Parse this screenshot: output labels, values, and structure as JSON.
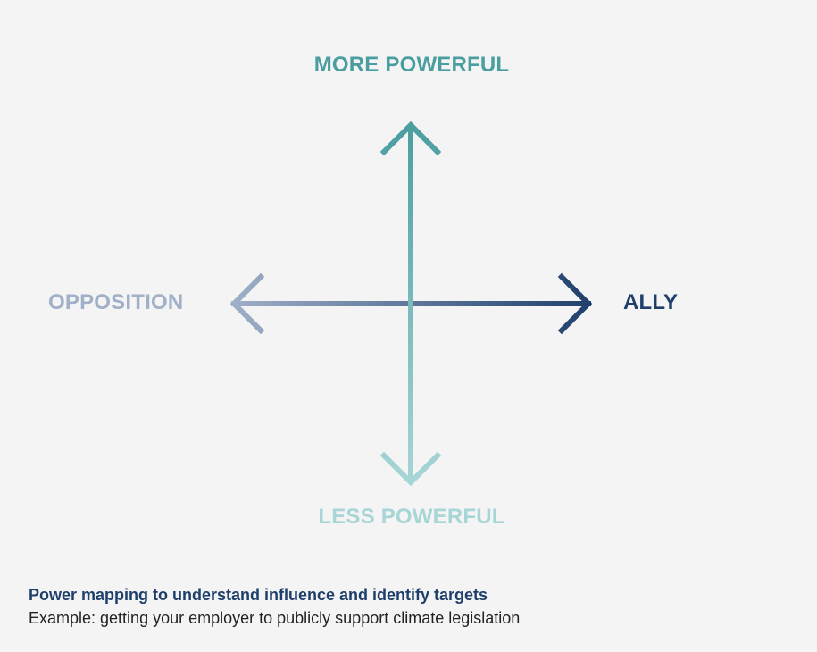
{
  "axes": {
    "top_label": "MORE POWERFUL",
    "bottom_label": "LESS POWERFUL",
    "left_label": "OPPOSITION",
    "right_label": "ALLY"
  },
  "colors": {
    "top": "#4a9ea0",
    "bottom": "#a8d5d6",
    "left": "#9fb0c8",
    "right": "#1f3f6b"
  },
  "caption": {
    "title": "Power mapping to understand influence and identify targets",
    "subtitle": "Example: getting your employer to publicly support climate legislation"
  }
}
